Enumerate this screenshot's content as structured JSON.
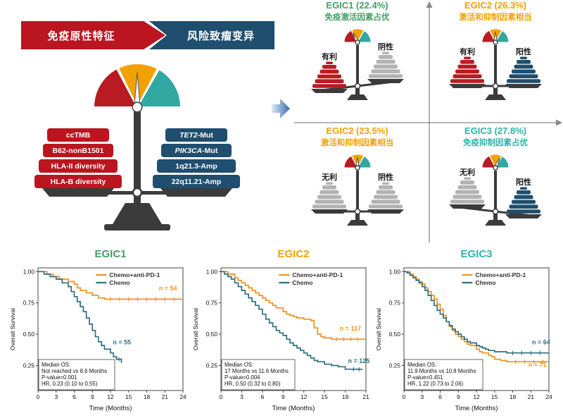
{
  "colors": {
    "red": "#b81b22",
    "dark_blue": "#1f4e6e",
    "gauge_orange": "#f2a200",
    "teal": "#31a8a2",
    "gray": "#b3b3b3",
    "dark": "#3b3b3b",
    "green": "#43a064",
    "km_orange": "#ef9221",
    "km_teal": "#2e6f80",
    "axis_gray": "#888888"
  },
  "main_balance": {
    "banner_left": "免疫原性特征",
    "banner_right": "风险致瘤变异",
    "left_weights": [
      {
        "text": "ccTMB"
      },
      {
        "text": "B62-nonB1501"
      },
      {
        "text": "HLA-II diversity"
      },
      {
        "text": "HLA-B diversity"
      }
    ],
    "right_weights": [
      {
        "text": "TET2-Mut",
        "italic": "TET2"
      },
      {
        "text": "PIK3CA-Mut",
        "italic": "PIK3CA"
      },
      {
        "text": "1q21.3-Amp"
      },
      {
        "text": "22q11.21-Amp"
      }
    ]
  },
  "quadrants": [
    {
      "title": "EGIC1 (22.4%)",
      "subtitle": "免疫激活因素占优",
      "color": "#43a064",
      "left_label": "有利",
      "right_label": "阴性",
      "left_style": "red",
      "right_style": "gray",
      "tilt": "left"
    },
    {
      "title": "EGIC2 (26.3%)",
      "subtitle": "激活和抑制因素相当",
      "color": "#f2a200",
      "left_label": "有利",
      "right_label": "阳性",
      "left_style": "red",
      "right_style": "blue",
      "tilt": "none"
    },
    {
      "title": "EGIC2 (23.5%)",
      "subtitle": "激活和抑制因素相当",
      "color": "#f2a200",
      "left_label": "无利",
      "right_label": "阴性",
      "left_style": "gray",
      "right_style": "gray",
      "tilt": "none"
    },
    {
      "title": "EGIC3 (27.8%)",
      "subtitle": "免疫抑制因素占优",
      "color": "#2fb3ab",
      "left_label": "无利",
      "right_label": "阳性",
      "left_style": "gray",
      "right_style": "blue",
      "tilt": "right"
    }
  ],
  "chart_data": [
    {
      "type": "line",
      "subtype": "kaplan_meier_step",
      "title": "EGIC1",
      "title_color": "#43a064",
      "xlabel": "Time (Months)",
      "ylabel": "Overall Survival",
      "xlim": [
        0,
        24
      ],
      "xticks": [
        0,
        3,
        6,
        9,
        12,
        15,
        18,
        21,
        24
      ],
      "yticks": [
        "1.00",
        "0.75",
        "0.50",
        "0.25"
      ],
      "legend_position": "top-right-inside",
      "series": [
        {
          "name": "Chemo+anti-PD-1",
          "color": "#ef9221",
          "n_label": "n = 54",
          "n_pos": [
            20,
            0.85
          ],
          "points": [
            [
              0,
              1.0
            ],
            [
              1.5,
              0.98
            ],
            [
              2.5,
              0.96
            ],
            [
              3.5,
              0.94
            ],
            [
              5,
              0.92
            ],
            [
              6,
              0.9
            ],
            [
              6.5,
              0.87
            ],
            [
              7,
              0.85
            ],
            [
              8,
              0.83
            ],
            [
              9,
              0.81
            ],
            [
              10,
              0.79
            ],
            [
              11,
              0.78
            ],
            [
              24,
              0.78
            ]
          ],
          "censor": [
            [
              12,
              0.78
            ],
            [
              13.5,
              0.78
            ],
            [
              15,
              0.78
            ],
            [
              16.5,
              0.78
            ],
            [
              18,
              0.78
            ],
            [
              19.5,
              0.78
            ],
            [
              21,
              0.78
            ],
            [
              22.5,
              0.78
            ]
          ]
        },
        {
          "name": "Chemo",
          "color": "#2e6f80",
          "n_label": "n = 55",
          "n_pos": [
            12.4,
            0.42
          ],
          "points": [
            [
              0,
              1.0
            ],
            [
              1,
              0.98
            ],
            [
              2,
              0.96
            ],
            [
              3,
              0.94
            ],
            [
              4,
              0.91
            ],
            [
              5,
              0.88
            ],
            [
              5.5,
              0.84
            ],
            [
              6,
              0.8
            ],
            [
              6.5,
              0.76
            ],
            [
              7,
              0.72
            ],
            [
              7.5,
              0.68
            ],
            [
              8,
              0.63
            ],
            [
              8.5,
              0.58
            ],
            [
              9,
              0.53
            ],
            [
              9.5,
              0.48
            ],
            [
              10,
              0.44
            ],
            [
              10.5,
              0.41
            ],
            [
              11,
              0.38
            ],
            [
              12,
              0.35
            ],
            [
              12.5,
              0.32
            ],
            [
              13,
              0.3
            ],
            [
              13.8,
              0.27
            ]
          ],
          "censor": [
            [
              13.4,
              0.3
            ]
          ]
        }
      ],
      "annotation": [
        "Median OS:",
        "Not reached vs 8.6 Months",
        "P-value=0.001",
        "HR, 0.23 (0.10 to 0.55)"
      ]
    },
    {
      "type": "line",
      "subtype": "kaplan_meier_step",
      "title": "EGIC2",
      "title_color": "#f2a200",
      "xlabel": "Time (Months)",
      "ylabel": "Overall Survival",
      "xlim": [
        0,
        21
      ],
      "xticks": [
        0,
        3,
        6,
        9,
        12,
        15,
        18,
        21
      ],
      "yticks": [
        "1.00",
        "0.75",
        "0.50",
        "0.25"
      ],
      "legend_position": "top-right-inside",
      "series": [
        {
          "name": "Chemo+anti-PD-1",
          "color": "#ef9221",
          "n_label": "n = 117",
          "n_pos": [
            17.2,
            0.53
          ],
          "points": [
            [
              0,
              1.0
            ],
            [
              1,
              0.98
            ],
            [
              2,
              0.95
            ],
            [
              2.5,
              0.93
            ],
            [
              3,
              0.91
            ],
            [
              3.5,
              0.89
            ],
            [
              4,
              0.87
            ],
            [
              4.5,
              0.85
            ],
            [
              5,
              0.83
            ],
            [
              5.5,
              0.81
            ],
            [
              6,
              0.79
            ],
            [
              6.5,
              0.77
            ],
            [
              7,
              0.75
            ],
            [
              7.5,
              0.73
            ],
            [
              8,
              0.71
            ],
            [
              9,
              0.68
            ],
            [
              9.5,
              0.66
            ],
            [
              10,
              0.65
            ],
            [
              10.5,
              0.64
            ],
            [
              11,
              0.63
            ],
            [
              12,
              0.62
            ],
            [
              13,
              0.61
            ],
            [
              13.5,
              0.55
            ],
            [
              14,
              0.5
            ],
            [
              14.5,
              0.48
            ],
            [
              15,
              0.47
            ],
            [
              16,
              0.46
            ],
            [
              21,
              0.46
            ]
          ],
          "censor": [
            [
              16.8,
              0.46
            ],
            [
              17.8,
              0.46
            ],
            [
              18.8,
              0.46
            ],
            [
              19.8,
              0.46
            ]
          ]
        },
        {
          "name": "Chemo",
          "color": "#2e6f80",
          "n_label": "n = 125",
          "n_pos": [
            18.4,
            0.27
          ],
          "points": [
            [
              0,
              1.0
            ],
            [
              0.5,
              0.98
            ],
            [
              1,
              0.96
            ],
            [
              1.5,
              0.94
            ],
            [
              2,
              0.91
            ],
            [
              2.5,
              0.88
            ],
            [
              3,
              0.85
            ],
            [
              3.5,
              0.82
            ],
            [
              4,
              0.79
            ],
            [
              4.5,
              0.76
            ],
            [
              5,
              0.73
            ],
            [
              5.5,
              0.7
            ],
            [
              6,
              0.66
            ],
            [
              6.5,
              0.62
            ],
            [
              7,
              0.59
            ],
            [
              7.5,
              0.56
            ],
            [
              8,
              0.53
            ],
            [
              8.5,
              0.51
            ],
            [
              9,
              0.49
            ],
            [
              9.5,
              0.46
            ],
            [
              10,
              0.43
            ],
            [
              10.5,
              0.41
            ],
            [
              11,
              0.39
            ],
            [
              11.5,
              0.37
            ],
            [
              12,
              0.35
            ],
            [
              12.5,
              0.33
            ],
            [
              13,
              0.31
            ],
            [
              13.5,
              0.29
            ],
            [
              14,
              0.28
            ],
            [
              15,
              0.26
            ],
            [
              16,
              0.25
            ],
            [
              17,
              0.24
            ],
            [
              18,
              0.22
            ],
            [
              20.5,
              0.22
            ]
          ],
          "censor": [
            [
              19.2,
              0.22
            ],
            [
              20,
              0.22
            ]
          ]
        }
      ],
      "annotation": [
        "Median OS:",
        "17 Months vs 11.6 Months",
        "P-value=0.004",
        "HR, 0.50 (0.32 to 0.80)"
      ]
    },
    {
      "type": "line",
      "subtype": "kaplan_meier_step",
      "title": "EGIC3",
      "title_color": "#2fb3ab",
      "xlabel": "Time (Months)",
      "ylabel": "Overall Survival",
      "xlim": [
        0,
        24
      ],
      "xticks": [
        0,
        3,
        6,
        9,
        12,
        15,
        18,
        21,
        24
      ],
      "yticks": [
        "1.00",
        "0.75",
        "0.50",
        "0.25"
      ],
      "legend_position": "top-right-inside",
      "series": [
        {
          "name": "Chemo+anti-PD-1",
          "color": "#ef9221",
          "n_label": "n = 71",
          "n_pos": [
            20.6,
            0.24
          ],
          "points": [
            [
              0,
              1.0
            ],
            [
              1,
              0.98
            ],
            [
              1.5,
              0.96
            ],
            [
              2,
              0.94
            ],
            [
              2.5,
              0.92
            ],
            [
              3,
              0.9
            ],
            [
              3.5,
              0.87
            ],
            [
              4,
              0.84
            ],
            [
              4.5,
              0.81
            ],
            [
              5,
              0.78
            ],
            [
              5.5,
              0.74
            ],
            [
              6,
              0.7
            ],
            [
              6.5,
              0.65
            ],
            [
              7,
              0.6
            ],
            [
              7.5,
              0.56
            ],
            [
              8,
              0.53
            ],
            [
              8.5,
              0.5
            ],
            [
              9,
              0.48
            ],
            [
              9.5,
              0.46
            ],
            [
              10,
              0.44
            ],
            [
              10.5,
              0.42
            ],
            [
              11,
              0.41
            ],
            [
              12,
              0.38
            ],
            [
              12.5,
              0.36
            ],
            [
              13,
              0.35
            ],
            [
              14,
              0.33
            ],
            [
              14.5,
              0.32
            ],
            [
              15,
              0.3
            ],
            [
              16,
              0.29
            ],
            [
              17,
              0.28
            ],
            [
              24,
              0.28
            ]
          ],
          "censor": [
            [
              18.5,
              0.28
            ],
            [
              20,
              0.28
            ],
            [
              21.5,
              0.28
            ],
            [
              23,
              0.28
            ]
          ]
        },
        {
          "name": "Chemo",
          "color": "#2e6f80",
          "n_label": "n = 64",
          "n_pos": [
            21.2,
            0.42
          ],
          "points": [
            [
              0,
              1.0
            ],
            [
              0.5,
              0.99
            ],
            [
              1,
              0.97
            ],
            [
              1.5,
              0.95
            ],
            [
              2,
              0.93
            ],
            [
              2.5,
              0.91
            ],
            [
              3,
              0.88
            ],
            [
              3.5,
              0.85
            ],
            [
              4,
              0.81
            ],
            [
              4.5,
              0.77
            ],
            [
              5,
              0.73
            ],
            [
              5.5,
              0.69
            ],
            [
              6,
              0.66
            ],
            [
              6.5,
              0.63
            ],
            [
              7,
              0.6
            ],
            [
              7.5,
              0.57
            ],
            [
              8,
              0.54
            ],
            [
              8.5,
              0.52
            ],
            [
              9,
              0.5
            ],
            [
              9.5,
              0.48
            ],
            [
              10,
              0.46
            ],
            [
              10.5,
              0.44
            ],
            [
              11,
              0.43
            ],
            [
              12,
              0.41
            ],
            [
              12.5,
              0.4
            ],
            [
              13,
              0.39
            ],
            [
              13.5,
              0.38
            ],
            [
              14,
              0.37
            ],
            [
              15,
              0.36
            ],
            [
              17,
              0.35
            ],
            [
              24,
              0.35
            ]
          ],
          "censor": [
            [
              18,
              0.35
            ],
            [
              19.5,
              0.35
            ],
            [
              21,
              0.35
            ],
            [
              22.5,
              0.35
            ]
          ]
        }
      ],
      "annotation": [
        "Median OS:",
        "11.9 Months vs 10.8 Months",
        "P-value=0.451",
        "HR, 1.22 (0.73 to 2.06)"
      ]
    }
  ]
}
